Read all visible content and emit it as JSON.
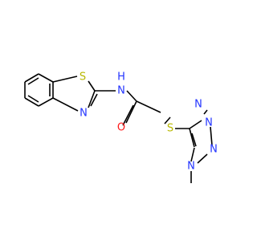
{
  "molecule": {
    "atoms": {
      "s_thiazole": {
        "label": "S",
        "color": "#b8b800"
      },
      "n_thiazole": {
        "label": "N",
        "color": "#2233ff"
      },
      "nh": {
        "label": "N",
        "color": "#2233ff"
      },
      "h": {
        "label": "H",
        "color": "#2233ff"
      },
      "o": {
        "label": "O",
        "color": "#ff1a1a"
      },
      "s_thioether": {
        "label": "S",
        "color": "#b8b800"
      },
      "n_t1": {
        "label": "N",
        "color": "#2233ff"
      },
      "n_t2": {
        "label": "N",
        "color": "#2233ff"
      },
      "n_t3": {
        "label": "N",
        "color": "#2233ff"
      },
      "n_t4": {
        "label": "N",
        "color": "#2233ff"
      }
    },
    "bond_color": "#000000"
  }
}
